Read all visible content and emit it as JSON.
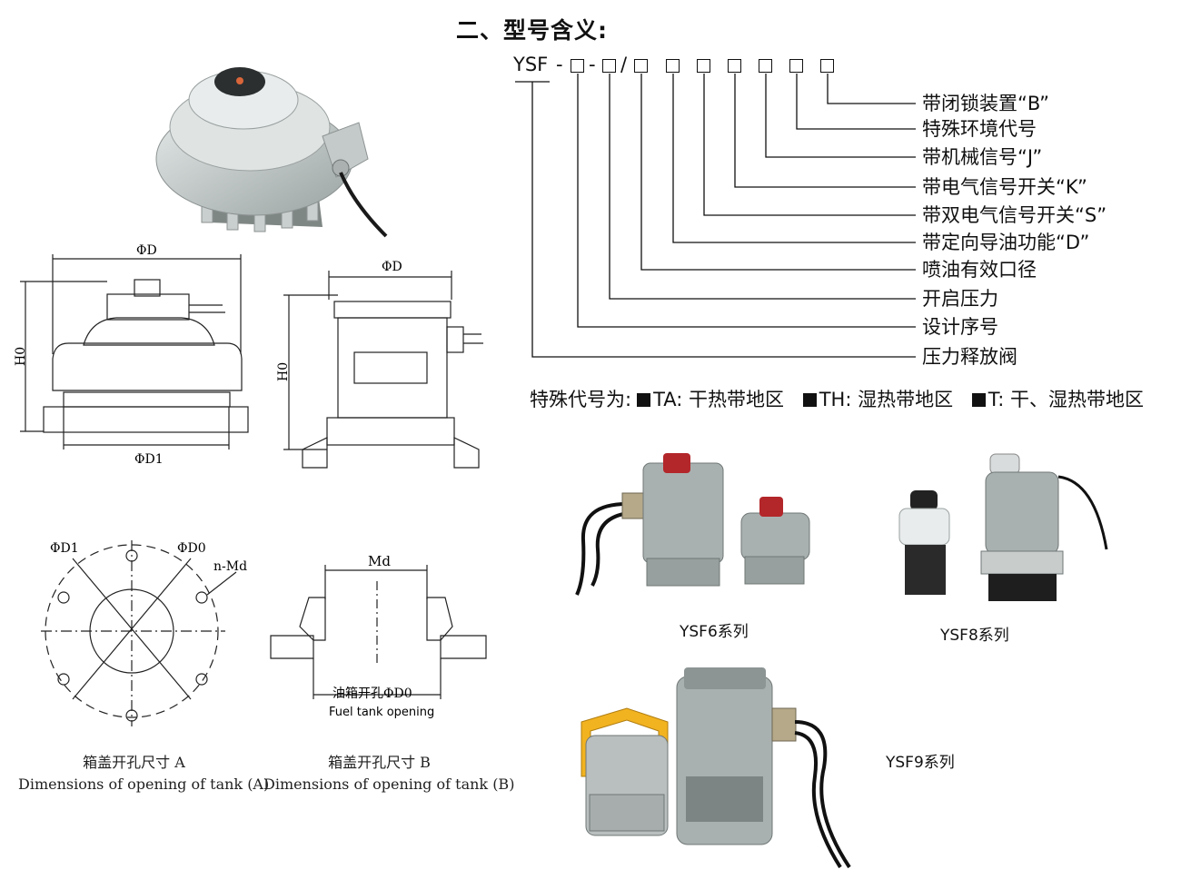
{
  "title": "二、型号含义:",
  "model_code": {
    "prefix": "YSF",
    "separators": [
      "-",
      "-",
      "/"
    ]
  },
  "meanings": [
    "带闭锁装置“B”",
    "特殊环境代号",
    "带机械信号“J”",
    "带电气信号开关“K”",
    "带双电气信号开关“S”",
    "带定向导油功能“D”",
    "喷油有效口径",
    "开启压力",
    "设计序号",
    "压力释放阀"
  ],
  "special_codes": {
    "label": "特殊代号为:",
    "items": [
      "TA: 干热带地区",
      "TH: 湿热带地区",
      "T: 干、湿热带地区"
    ]
  },
  "product_labels": {
    "ysf6": "YSF6系列",
    "ysf8": "YSF8系列",
    "ysf9": "YSF9系列"
  },
  "drawing_labels": {
    "phi_d": "ΦD",
    "phi_d1": "ΦD1",
    "phi_d0": "ΦD0",
    "h0": "H0",
    "n_md": "n-Md",
    "md": "Md",
    "fuel_tank_cn": "油箱开孔ΦD0",
    "fuel_tank_en": "Fuel tank opening",
    "opening_a_cn": "箱盖开孔尺寸 A",
    "opening_a_en": "Dimensions of opening of tank (A)",
    "opening_b_cn": "箱盖开孔尺寸 B",
    "opening_b_en": "Dimensions of opening of tank (B)"
  },
  "colors": {
    "device_gray": "#a9b1b0",
    "cap_red": "#b3262a",
    "handle_yellow": "#f2b320",
    "line": "#111111"
  }
}
